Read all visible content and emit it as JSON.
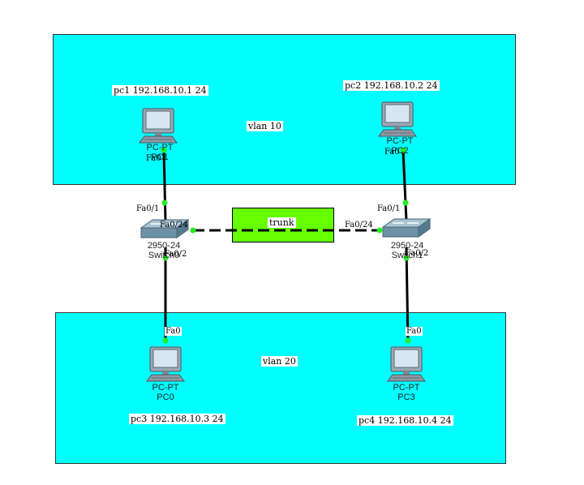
{
  "vlans": {
    "top": {
      "label": "vlan 10"
    },
    "bottom": {
      "label": "vlan 20"
    }
  },
  "notes": {
    "pc1": "pc1 192.168.10.1 24",
    "pc2": "pc2 192.168.10.2 24",
    "pc3": "pc3 192.168.10.3 24",
    "pc4": "pc4 192.168.10.4 24"
  },
  "devices": {
    "pc_top_left": {
      "model": "PC-PT",
      "name": "PC1"
    },
    "pc_top_right": {
      "model": "PC-PT",
      "name": "PC2"
    },
    "pc_bottom_left": {
      "model": "PC-PT",
      "name": "PC0"
    },
    "pc_bottom_right": {
      "model": "PC-PT",
      "name": "PC3"
    },
    "switch_left": {
      "model": "2950-24",
      "name": "Switch0"
    },
    "switch_right": {
      "model": "2950-24",
      "name": "Switch1"
    }
  },
  "ports": {
    "pc_top_left": "Fa0",
    "pc_top_right": "Fa0",
    "pc_bottom_left": "Fa0",
    "pc_bottom_right": "Fa0",
    "sw0_up": "Fa0/1",
    "sw0_trunk": "Fa0/24",
    "sw0_down": "Fa0/2",
    "sw1_up": "Fa0/1",
    "sw1_trunk": "Fa0/24",
    "sw1_down": "Fa0/2"
  },
  "trunk": {
    "label": "trunk"
  },
  "colors": {
    "vlan_fill": "#00ffff",
    "trunk_fill": "#66ff00",
    "link": "#000000",
    "port_light": "#22ee22"
  }
}
